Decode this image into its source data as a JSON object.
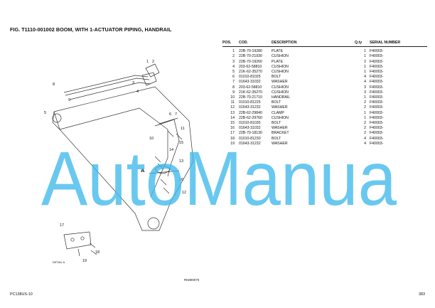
{
  "header": {
    "title": "FIG. T1110-001002 BOOM, WITH 1-ACTUATOR PIPING, HANDRAIL"
  },
  "table": {
    "headers": {
      "pos": "POS.",
      "cod": "COD.",
      "description": "DESCRIPTION",
      "qty": "Q.ty",
      "serial": "SERIAL NUMBER"
    },
    "rows": [
      {
        "pos": "1",
        "cod": "22B-70-19280",
        "desc": "PLATE",
        "qty": "1",
        "serial": "F40003-"
      },
      {
        "pos": "2",
        "cod": "22B-70-21930",
        "desc": "CUSHION",
        "qty": "1",
        "serial": "F40003-"
      },
      {
        "pos": "3",
        "cod": "22B-70-19260",
        "desc": "PLATE",
        "qty": "2",
        "serial": "F40003-"
      },
      {
        "pos": "4",
        "cod": "203-62-58810",
        "desc": "CUSHION",
        "qty": "1",
        "serial": "F40003-"
      },
      {
        "pos": "5",
        "cod": "21K-62-35270",
        "desc": "CUSHION",
        "qty": "1",
        "serial": "F40003-"
      },
      {
        "pos": "6",
        "cod": "01010-81025",
        "desc": "BOLT",
        "qty": "4",
        "serial": "F40003-"
      },
      {
        "pos": "7",
        "cod": "01643-31032",
        "desc": "WASHER",
        "qty": "4",
        "serial": "F40003-"
      },
      {
        "pos": "8",
        "cod": "203-62-58810",
        "desc": "CUSHION",
        "qty": "3",
        "serial": "F40003-"
      },
      {
        "pos": "9",
        "cod": "21K-62-35270",
        "desc": "CUSHION",
        "qty": "3",
        "serial": "F40003-"
      },
      {
        "pos": "10",
        "cod": "22B-70-21710",
        "desc": "HANDRAIL",
        "qty": "1",
        "serial": "F40003-"
      },
      {
        "pos": "11",
        "cod": "01010-81225",
        "desc": "BOLT",
        "qty": "2",
        "serial": "F40003-"
      },
      {
        "pos": "12",
        "cod": "01643-31232",
        "desc": "WASHER",
        "qty": "2",
        "serial": "F40003-"
      },
      {
        "pos": "13",
        "cod": "22B-62-29840",
        "desc": "CLAMP",
        "qty": "1",
        "serial": "F40003-"
      },
      {
        "pos": "14",
        "cod": "22B-62-29760",
        "desc": "CUSHION",
        "qty": "1",
        "serial": "F40003-"
      },
      {
        "pos": "15",
        "cod": "01010-81035",
        "desc": "BOLT",
        "qty": "2",
        "serial": "F40003-"
      },
      {
        "pos": "16",
        "cod": "01643-31032",
        "desc": "WASHER",
        "qty": "2",
        "serial": "F40003-"
      },
      {
        "pos": "17",
        "cod": "22B-70-18130",
        "desc": "BRACKET",
        "qty": "2",
        "serial": "F40003-"
      },
      {
        "pos": "18",
        "cod": "01010-81230",
        "desc": "BOLT",
        "qty": "4",
        "serial": "F40003-"
      },
      {
        "pos": "19",
        "cod": "01643-31232",
        "desc": "WASHER",
        "qty": "4",
        "serial": "F40003-"
      }
    ]
  },
  "diagram": {
    "callouts": [
      "1",
      "2",
      "3",
      "4",
      "5",
      "6",
      "7",
      "8",
      "9",
      "10",
      "11",
      "12",
      "13",
      "14",
      "15",
      "16",
      "17",
      "18",
      "19"
    ],
    "detail_marker": "A",
    "detail_label": "DETAIL A"
  },
  "diagram_code": "RKB90070",
  "footer": {
    "model": "PC138US-10",
    "page": "383"
  },
  "watermark": {
    "text": "AutoManua",
    "color": "#3fb8ea"
  }
}
